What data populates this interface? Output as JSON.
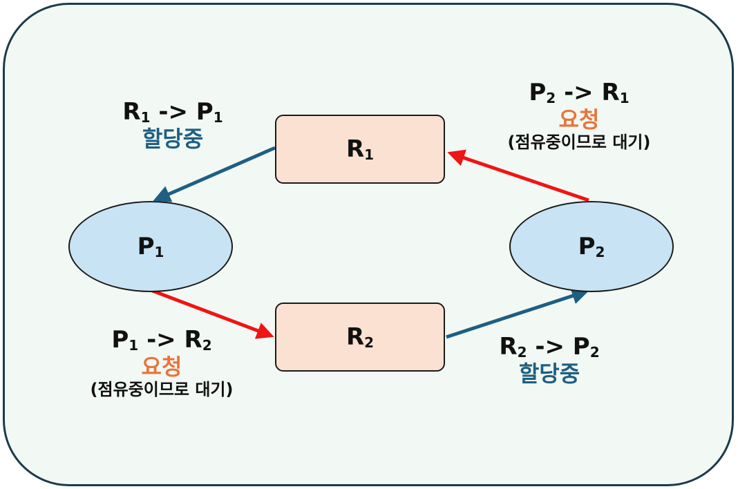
{
  "colors": {
    "frame_border": "#1b3a4b",
    "background": "#f2f8f3",
    "resource_fill": "#fbe1d2",
    "process_fill": "#c7e3f4",
    "assign_edge": "#1e5f82",
    "request_edge": "#f01414",
    "assign_text": "#1e5f82",
    "request_text": "#e8743b"
  },
  "nodes": {
    "r1": {
      "name": "R",
      "sub": "1"
    },
    "r2": {
      "name": "R",
      "sub": "2"
    },
    "p1": {
      "name": "P",
      "sub": "1"
    },
    "p2": {
      "name": "P",
      "sub": "2"
    }
  },
  "edges": {
    "r1_p1": {
      "from": "R",
      "from_sub": "1",
      "arrow": "->",
      "to": "P",
      "to_sub": "1",
      "state": "할당중"
    },
    "p2_r1": {
      "from": "P",
      "from_sub": "2",
      "arrow": "->",
      "to": "R",
      "to_sub": "1",
      "state": "요청",
      "note": "(점유중이므로 대기)"
    },
    "p1_r2": {
      "from": "P",
      "from_sub": "1",
      "arrow": "->",
      "to": "R",
      "to_sub": "2",
      "state": "요청",
      "note": "(점유중이므로 대기)"
    },
    "r2_p2": {
      "from": "R",
      "from_sub": "2",
      "arrow": "->",
      "to": "P",
      "to_sub": "2",
      "state": "할당중"
    }
  }
}
